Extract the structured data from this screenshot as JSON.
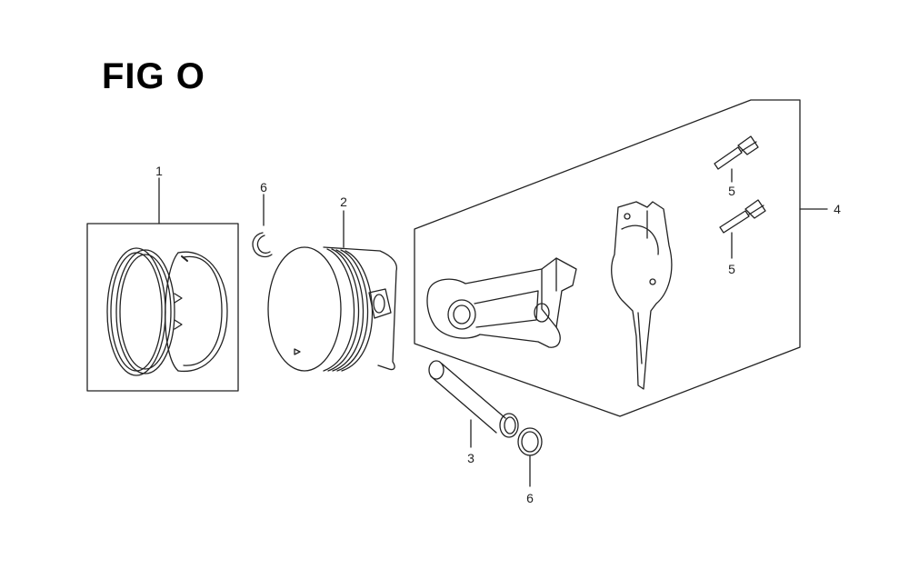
{
  "figure": {
    "title": "FIG O"
  },
  "parts": [
    {
      "ref": "1",
      "item": "piston-ring-set"
    },
    {
      "ref": "6",
      "item": "piston-pin-clip"
    },
    {
      "ref": "2",
      "item": "piston"
    },
    {
      "ref": "3",
      "item": "piston-pin"
    },
    {
      "ref": "6",
      "item": "piston-pin-clip"
    },
    {
      "ref": "4",
      "item": "connecting-rod-assembly"
    },
    {
      "ref": "5",
      "item": "connecting-rod-bolt"
    },
    {
      "ref": "5",
      "item": "connecting-rod-bolt"
    }
  ],
  "colors": {
    "line": "#222222",
    "background": "#ffffff"
  }
}
